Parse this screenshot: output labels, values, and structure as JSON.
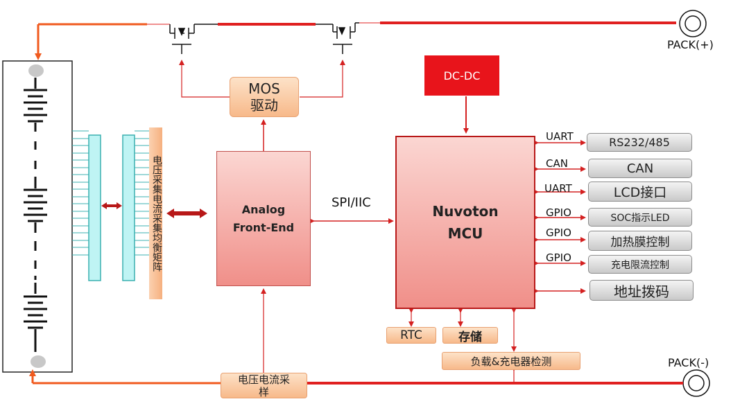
{
  "pack_plus_label": "PACK(+)",
  "pack_minus_label": "PACK(-)",
  "mos_driver": "MOS\n驱动",
  "dcdc": "DC-DC",
  "afe": "Analog\nFront-End",
  "mcu": "Nuvoton\nMCU",
  "spi_label": "SPI/IIC",
  "matrix_label": "电压采集电流采集均衡矩阵",
  "sampling": "电压电流采\n样",
  "rtc": "RTC",
  "storage": "存储",
  "load_detect": "负载&充电器检测",
  "interfaces": [
    {
      "bus": "UART",
      "name": "RS232/485"
    },
    {
      "bus": "CAN",
      "name": "CAN"
    },
    {
      "bus": "UART",
      "name": "LCD接口"
    },
    {
      "bus": "GPIO",
      "name": "SOC指示LED"
    },
    {
      "bus": "GPIO",
      "name": "加热膜控制"
    },
    {
      "bus": "GPIO",
      "name": "充电限流控制"
    },
    {
      "bus": "",
      "name": "地址拨码"
    }
  ],
  "colors": {
    "wire_red": "#e02020",
    "wire_orange": "#f05a1e",
    "dcdc_fill": "#e8141b",
    "dark_red": "#b81818"
  }
}
